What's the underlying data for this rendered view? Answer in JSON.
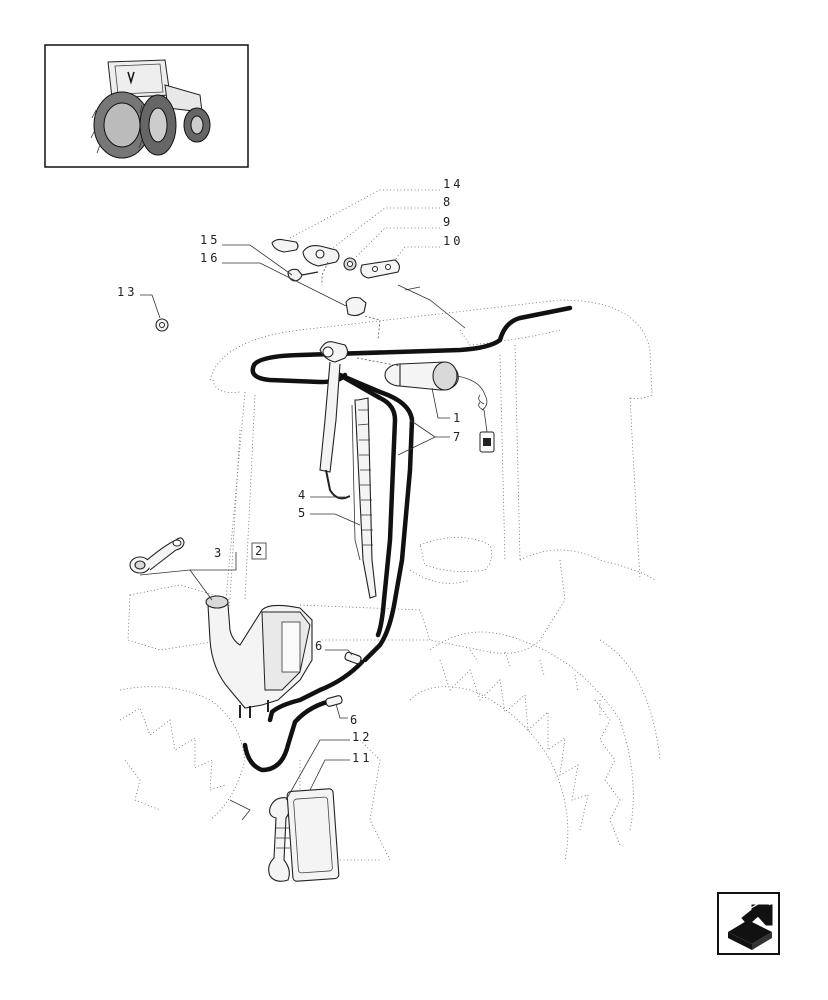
{
  "callouts": {
    "c14": "14",
    "c8": "8",
    "c9": "9",
    "c10": "10",
    "c15": "15",
    "c16": "16",
    "c13": "13",
    "c1": "1",
    "c7": "7",
    "c4": "4",
    "c5": "5",
    "c3": "3",
    "c2": "2",
    "c6a": "6",
    "c6b": "6",
    "c12": "12",
    "c11": "11"
  },
  "icons": {
    "thumbnail": "tractor-overview-icon",
    "next_page": "next-page-arrow-icon"
  }
}
